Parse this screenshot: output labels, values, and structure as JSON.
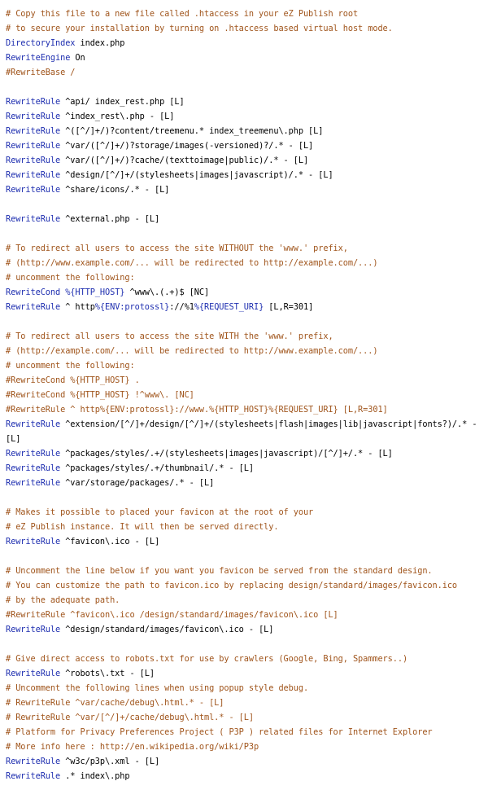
{
  "colors": {
    "comment": "#a0551c",
    "keyword": "#1f2fb0",
    "text": "#000000",
    "background": "#ffffff"
  },
  "lines": [
    {
      "t": "comment",
      "text": "# Copy this file to a new file called .htaccess in your eZ Publish root"
    },
    {
      "t": "comment",
      "text": "# to secure your installation by turning on .htaccess based virtual host mode."
    },
    {
      "t": "code",
      "kw": "DirectoryIndex",
      "rest": " index.php"
    },
    {
      "t": "code",
      "kw": "RewriteEngine",
      "rest": " On"
    },
    {
      "t": "comment",
      "text": "#RewriteBase /"
    },
    {
      "t": "blank"
    },
    {
      "t": "code",
      "kw": "RewriteRule",
      "rest": " ^api/ index_rest.php [L]"
    },
    {
      "t": "code",
      "kw": "RewriteRule",
      "rest": " ^index_rest\\.php - [L]"
    },
    {
      "t": "code",
      "kw": "RewriteRule",
      "rest": " ^([^/]+/)?content/treemenu.* index_treemenu\\.php [L]"
    },
    {
      "t": "code",
      "kw": "RewriteRule",
      "rest": " ^var/([^/]+/)?storage/images(-versioned)?/.* - [L]"
    },
    {
      "t": "code",
      "kw": "RewriteRule",
      "rest": " ^var/([^/]+/)?cache/(texttoimage|public)/.* - [L]"
    },
    {
      "t": "code",
      "kw": "RewriteRule",
      "rest": " ^design/[^/]+/(stylesheets|images|javascript)/.* - [L]"
    },
    {
      "t": "code",
      "kw": "RewriteRule",
      "rest": " ^share/icons/.* - [L]"
    },
    {
      "t": "blank"
    },
    {
      "t": "code",
      "kw": "RewriteRule",
      "rest": " ^external.php - [L]"
    },
    {
      "t": "blank"
    },
    {
      "t": "comment",
      "text": "# To redirect all users to access the site WITHOUT the 'www.' prefix,"
    },
    {
      "t": "comment",
      "text": "# (http://www.example.com/... will be redirected to http://example.com/...)"
    },
    {
      "t": "comment",
      "text": "# uncomment the following:"
    },
    {
      "t": "cond1"
    },
    {
      "t": "rule1"
    },
    {
      "t": "blank"
    },
    {
      "t": "comment",
      "text": "# To redirect all users to access the site WITH the 'www.' prefix,"
    },
    {
      "t": "comment",
      "text": "# (http://example.com/... will be redirected to http://www.example.com/...)"
    },
    {
      "t": "comment",
      "text": "# uncomment the following:"
    },
    {
      "t": "comment",
      "text": "#RewriteCond %{HTTP_HOST} ."
    },
    {
      "t": "comment",
      "text": "#RewriteCond %{HTTP_HOST} !^www\\. [NC]"
    },
    {
      "t": "comment",
      "text": "#RewriteRule ^ http%{ENV:protossl}://www.%{HTTP_HOST}%{REQUEST_URI} [L,R=301]"
    },
    {
      "t": "code",
      "kw": "RewriteRule",
      "rest": " ^extension/[^/]+/design/[^/]+/(stylesheets|flash|images|lib|javascript|fonts?)/.* -"
    },
    {
      "t": "code",
      "kw": "",
      "rest": "[L]"
    },
    {
      "t": "code",
      "kw": "RewriteRule",
      "rest": " ^packages/styles/.+/(stylesheets|images|javascript)/[^/]+/.* - [L]"
    },
    {
      "t": "code",
      "kw": "RewriteRule",
      "rest": " ^packages/styles/.+/thumbnail/.* - [L]"
    },
    {
      "t": "code",
      "kw": "RewriteRule",
      "rest": " ^var/storage/packages/.* - [L]"
    },
    {
      "t": "blank"
    },
    {
      "t": "comment",
      "text": "# Makes it possible to placed your favicon at the root of your"
    },
    {
      "t": "comment",
      "text": "# eZ Publish instance. It will then be served directly."
    },
    {
      "t": "code",
      "kw": "RewriteRule",
      "rest": " ^favicon\\.ico - [L]"
    },
    {
      "t": "blank"
    },
    {
      "t": "comment",
      "text": "# Uncomment the line below if you want you favicon be served from the standard design."
    },
    {
      "t": "comment",
      "text": "# You can customize the path to favicon.ico by replacing design/standard/images/favicon.ico"
    },
    {
      "t": "comment",
      "text": "# by the adequate path."
    },
    {
      "t": "comment",
      "text": "#RewriteRule ^favicon\\.ico /design/standard/images/favicon\\.ico [L]"
    },
    {
      "t": "code",
      "kw": "RewriteRule",
      "rest": " ^design/standard/images/favicon\\.ico - [L]"
    },
    {
      "t": "blank"
    },
    {
      "t": "comment",
      "text": "# Give direct access to robots.txt for use by crawlers (Google, Bing, Spammers..)"
    },
    {
      "t": "code",
      "kw": "RewriteRule",
      "rest": " ^robots\\.txt - [L]"
    },
    {
      "t": "comment",
      "text": "# Uncomment the following lines when using popup style debug."
    },
    {
      "t": "comment",
      "text": "# RewriteRule ^var/cache/debug\\.html.* - [L]"
    },
    {
      "t": "comment",
      "text": "# RewriteRule ^var/[^/]+/cache/debug\\.html.* - [L]"
    },
    {
      "t": "comment",
      "text": "# Platform for Privacy Preferences Project ( P3P ) related files for Internet Explorer"
    },
    {
      "t": "comment",
      "text": "# More info here : http://en.wikipedia.org/wiki/P3p"
    },
    {
      "t": "code",
      "kw": "RewriteRule",
      "rest": " ^w3c/p3p\\.xml - [L]"
    },
    {
      "t": "code",
      "kw": "RewriteRule",
      "rest": " .* index\\.php"
    }
  ],
  "cond1": {
    "kw": "RewriteCond",
    "sp": " ",
    "var": "%{HTTP_HOST}",
    "rest": " ^www\\.(.+)$ [NC]"
  },
  "rule1": {
    "kw": "RewriteRule",
    "a": " ^ http",
    "v1": "%{ENV:protossl}",
    "b": "://%1",
    "v2": "%{REQUEST_URI}",
    "c": " [L,R=301]"
  }
}
